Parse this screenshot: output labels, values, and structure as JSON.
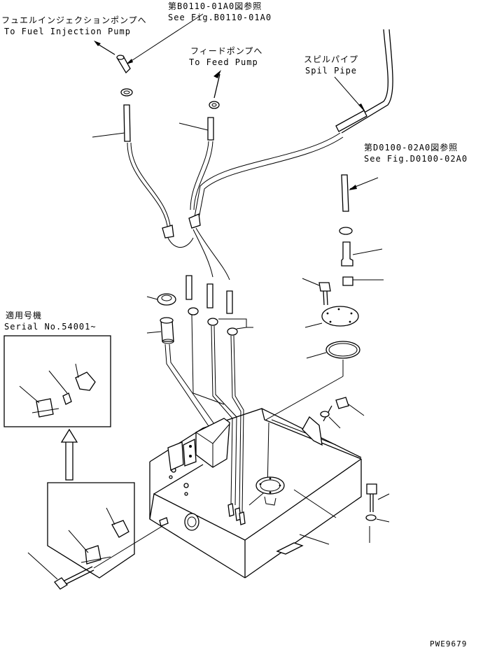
{
  "callouts": {
    "injection_pump_ja": "フュエルインジェクションポンプへ",
    "injection_pump_en": "To Fuel Injection Pump",
    "ref_b0110_ja": "第B0110-01A0図参照",
    "ref_b0110_en": "See Fig.B0110-01A0",
    "feed_pump_ja": "フィードポンプへ",
    "feed_pump_en": "To Feed Pump",
    "spill_pipe_ja": "スピルパイプ",
    "spill_pipe_en": "Spil Pipe",
    "ref_d0100_ja": "第D0100-02A0図参照",
    "ref_d0100_en": "See Fig.D0100-02A0",
    "serial_ja": "適用号機",
    "serial_en": "Serial No.54001~"
  },
  "drawing_code": "PWE9679"
}
